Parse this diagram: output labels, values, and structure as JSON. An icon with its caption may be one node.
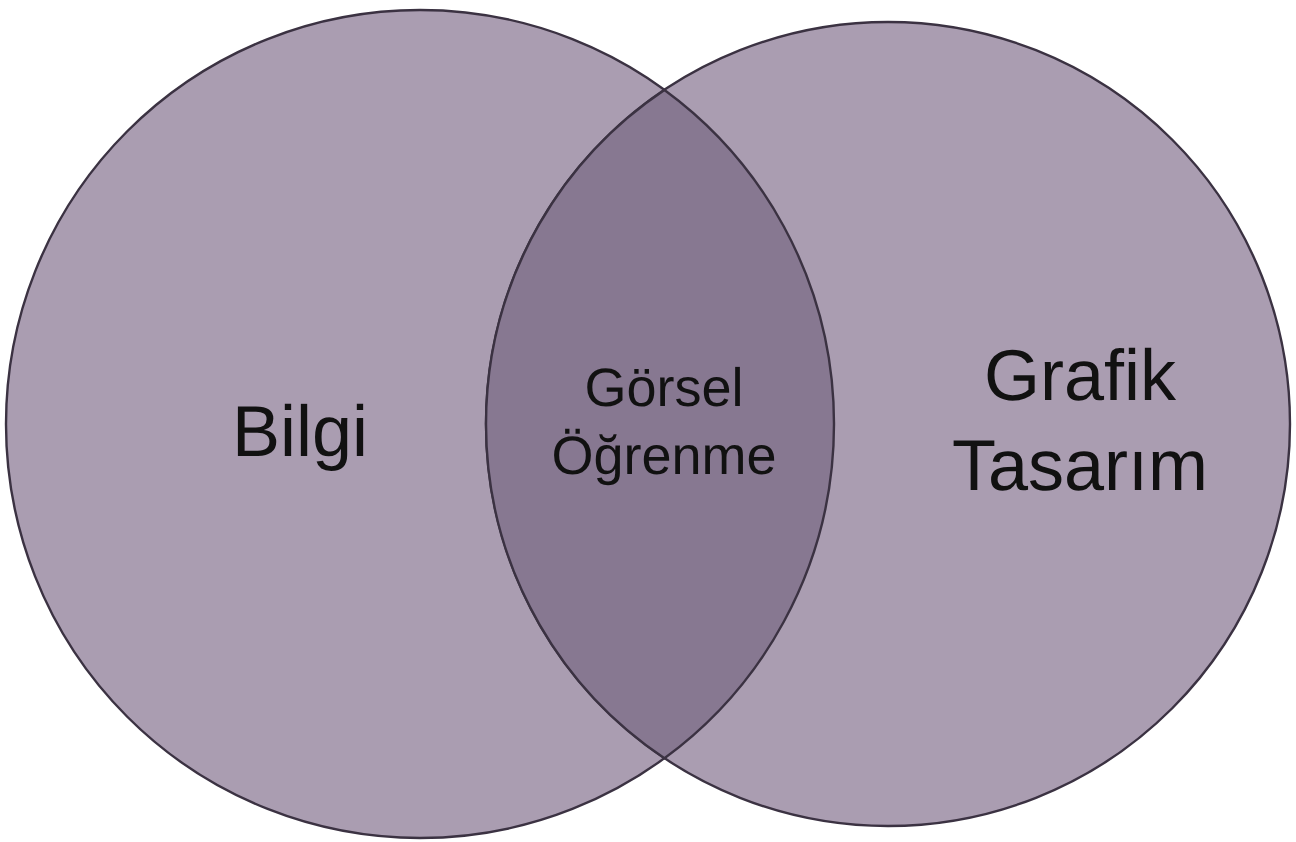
{
  "diagram": {
    "nodes": [
      {
        "text": [
          "Bilgi"
        ]
      },
      {
        "text": [
          "Grafik Tasarım"
        ]
      },
      {
        "text": [
          "Görsel Öğrenme"
        ]
      }
    ]
  }
}
